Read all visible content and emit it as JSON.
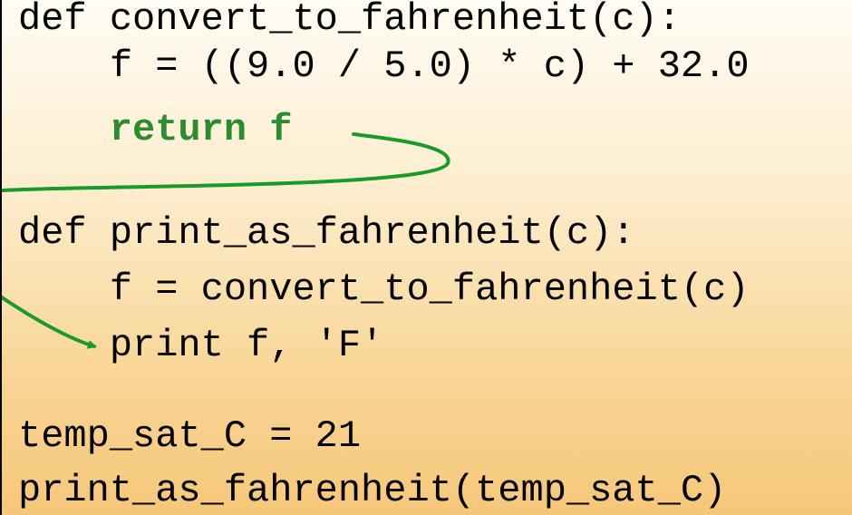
{
  "code_lines": [
    {
      "text": "def convert_to_fahrenheit(c):",
      "color": "#000000",
      "bold": false
    },
    {
      "text": "    f = ((9.0 / 5.0) * c) + 32.0",
      "color": "#000000",
      "bold": false
    },
    {
      "text": "    return f",
      "color": "#2e8b2e",
      "bold": true
    },
    {
      "text": "",
      "color": "#000000",
      "bold": false
    },
    {
      "text": "def print_as_fahrenheit(c):",
      "color": "#000000",
      "bold": false
    },
    {
      "text": "    f = convert_to_fahrenheit(c)",
      "color": "#000000",
      "bold": false
    },
    {
      "text": "    print f, 'F'",
      "color": "#000000",
      "bold": false
    },
    {
      "text": "",
      "color": "#000000",
      "bold": false
    },
    {
      "text": "temp_sat_C = 21",
      "color": "#000000",
      "bold": false
    },
    {
      "text": "print_as_fahrenheit(temp_sat_C)",
      "color": "#000000",
      "bold": false
    }
  ],
  "colors": {
    "arrow": "#1a9a2a",
    "border": "#000000"
  }
}
